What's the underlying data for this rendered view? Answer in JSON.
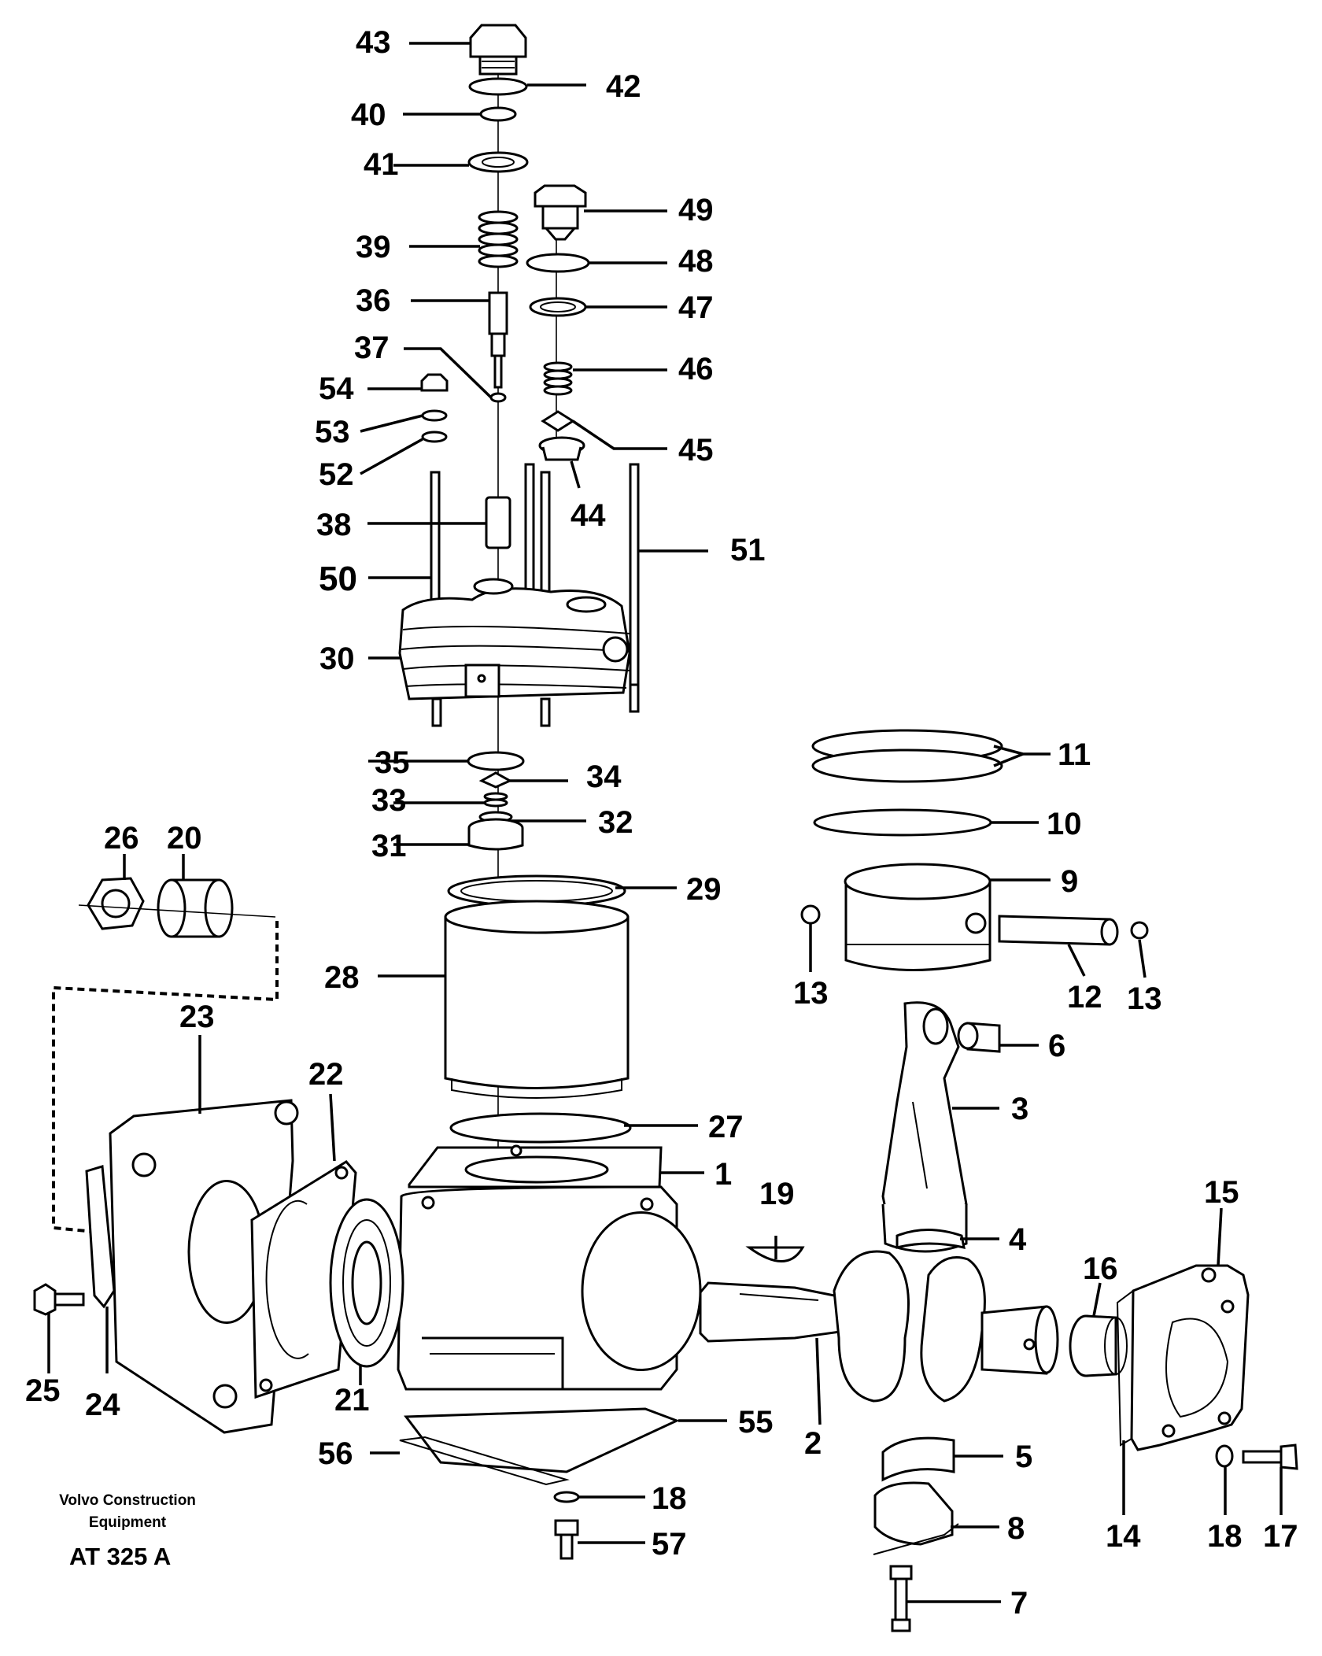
{
  "diagram": {
    "callouts": [
      "1",
      "2",
      "3",
      "4",
      "5",
      "6",
      "7",
      "8",
      "9",
      "10",
      "11",
      "12",
      "13",
      "13",
      "14",
      "15",
      "16",
      "17",
      "18",
      "18",
      "19",
      "20",
      "21",
      "22",
      "23",
      "24",
      "25",
      "26",
      "27",
      "28",
      "29",
      "30",
      "31",
      "32",
      "33",
      "34",
      "35",
      "36",
      "37",
      "38",
      "39",
      "40",
      "41",
      "42",
      "43",
      "44",
      "45",
      "46",
      "47",
      "48",
      "49",
      "50",
      "51",
      "52",
      "53",
      "54",
      "55",
      "56",
      "57"
    ]
  },
  "footer": {
    "company_line1": "Volvo Construction",
    "company_line2": "Equipment",
    "drawing_code": "AT 325 A"
  }
}
